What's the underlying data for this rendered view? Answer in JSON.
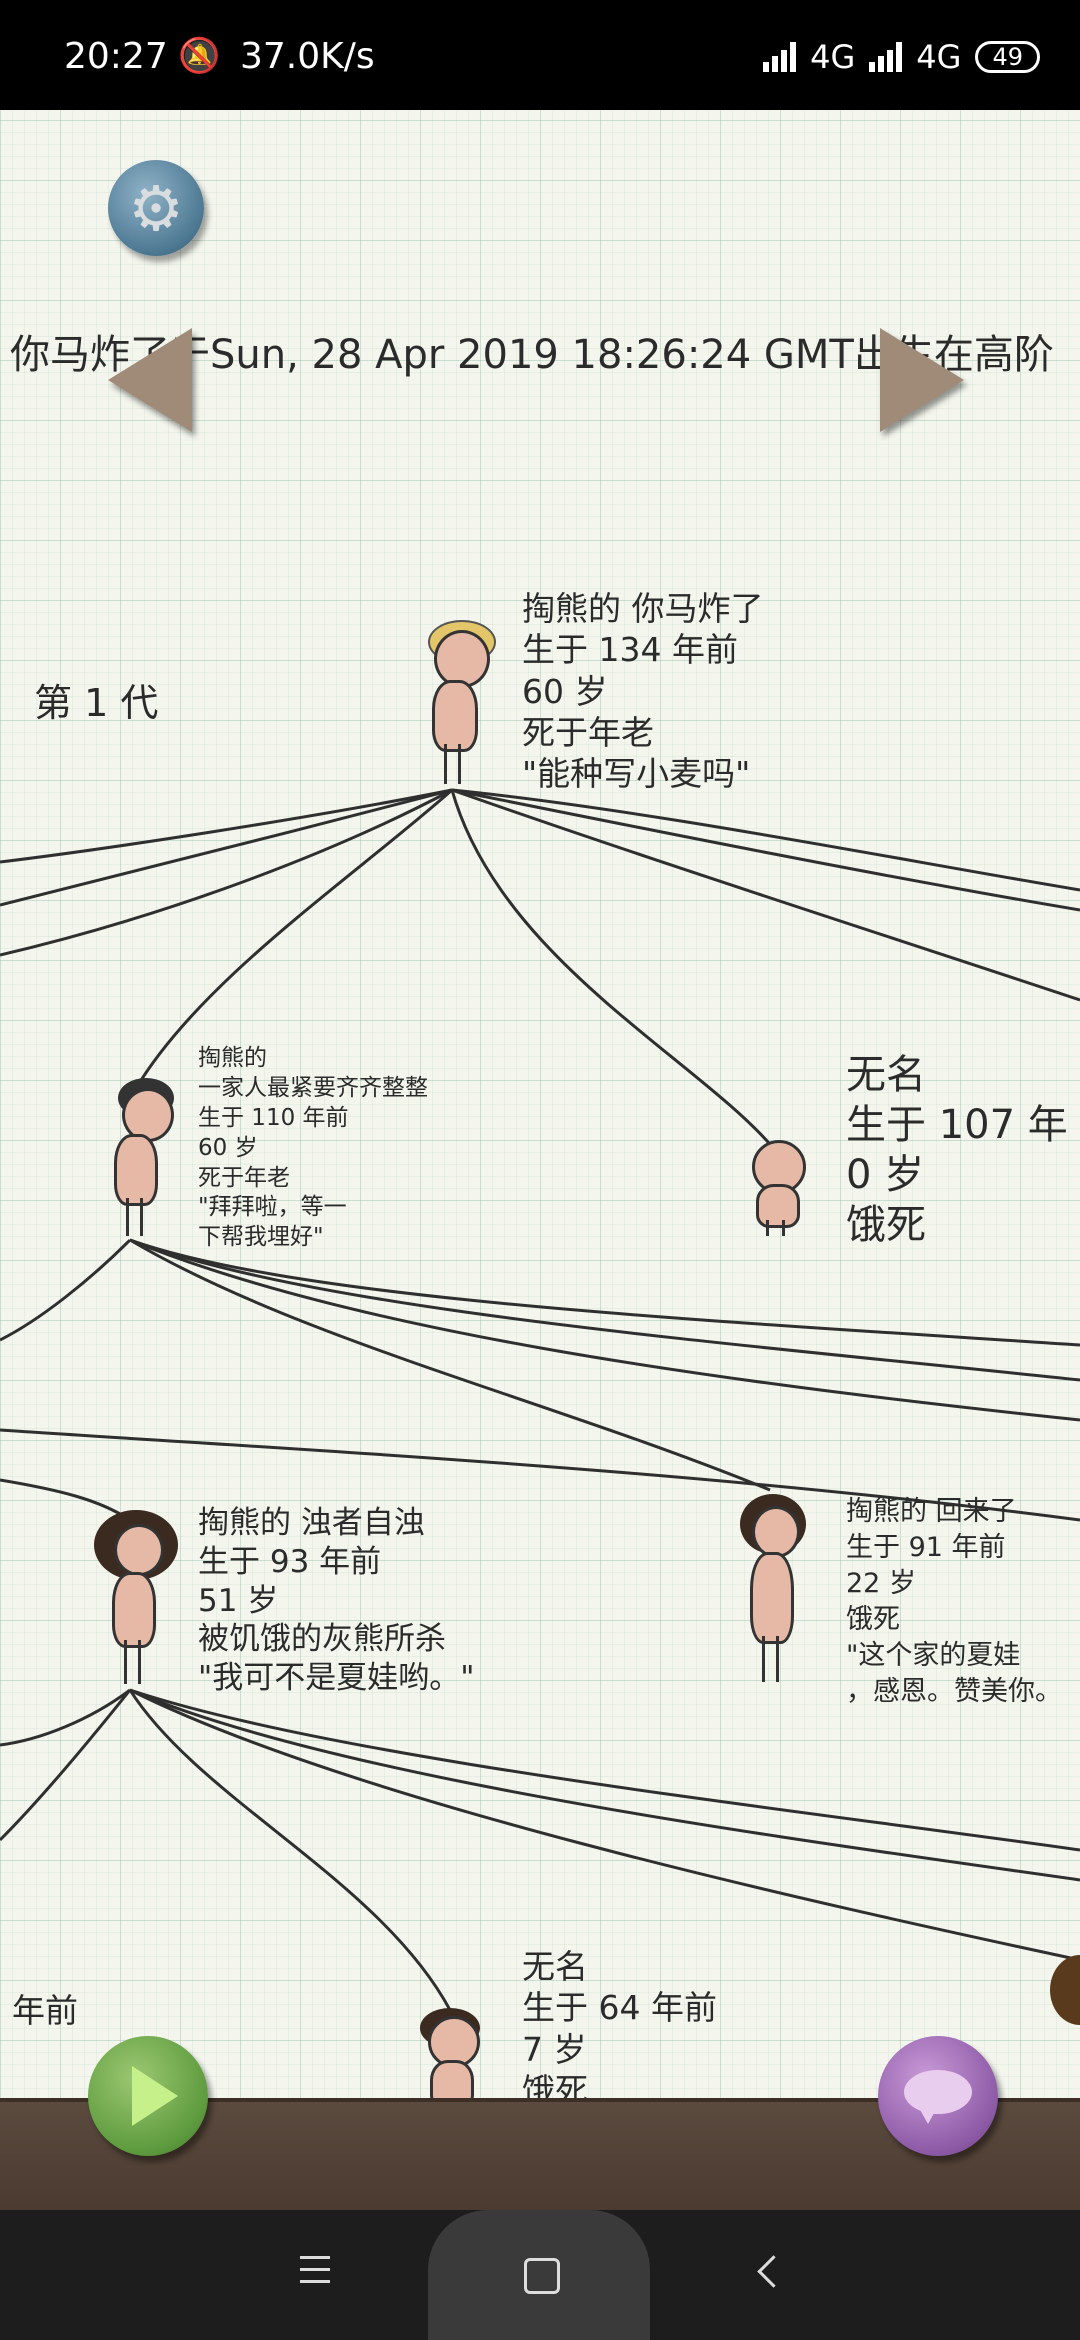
{
  "status_bar": {
    "time": "20:27",
    "speed": "37.0K/s",
    "network_1": "4G",
    "network_2": "4G",
    "battery": "49"
  },
  "banner": "你马炸了于Sun, 28 Apr 2019 18:26:24 GMT出生在高阶",
  "generation_label": "第 1 代",
  "people": {
    "p1": {
      "lines": [
        "掏熊的 你马炸了",
        "生于 134 年前",
        "60 岁",
        "死于年老",
        "\"能种写小麦吗\""
      ]
    },
    "p2": {
      "lines": [
        "掏熊的",
        "一家人最紧要齐齐整整",
        "生于 110 年前",
        "60 岁",
        "死于年老",
        "\"拜拜啦，等一",
        "下帮我埋好\""
      ]
    },
    "p3": {
      "lines": [
        "无名",
        "生于 107 年",
        "0 岁",
        "饿死"
      ]
    },
    "p4": {
      "lines": [
        "掏熊的 浊者自浊",
        "生于 93 年前",
        "51 岁",
        "被饥饿的灰熊所杀",
        "\"我可不是夏娃哟。\""
      ]
    },
    "p5": {
      "lines": [
        "掏熊的 回来了",
        "生于 91 年前",
        "22 岁",
        "饿死",
        "\"这个家的夏娃",
        "，感恩。赞美你。"
      ]
    },
    "p6": {
      "lines": [
        "无名",
        "生于 64 年前",
        "7 岁",
        "饿死"
      ]
    },
    "left_fragment": "年前"
  },
  "colors": {
    "gear": "#4d7892",
    "arrow": "#a08a78",
    "play": "#5d9a3e",
    "chat": "#8d5aa6",
    "ground": "#4a3a30"
  }
}
